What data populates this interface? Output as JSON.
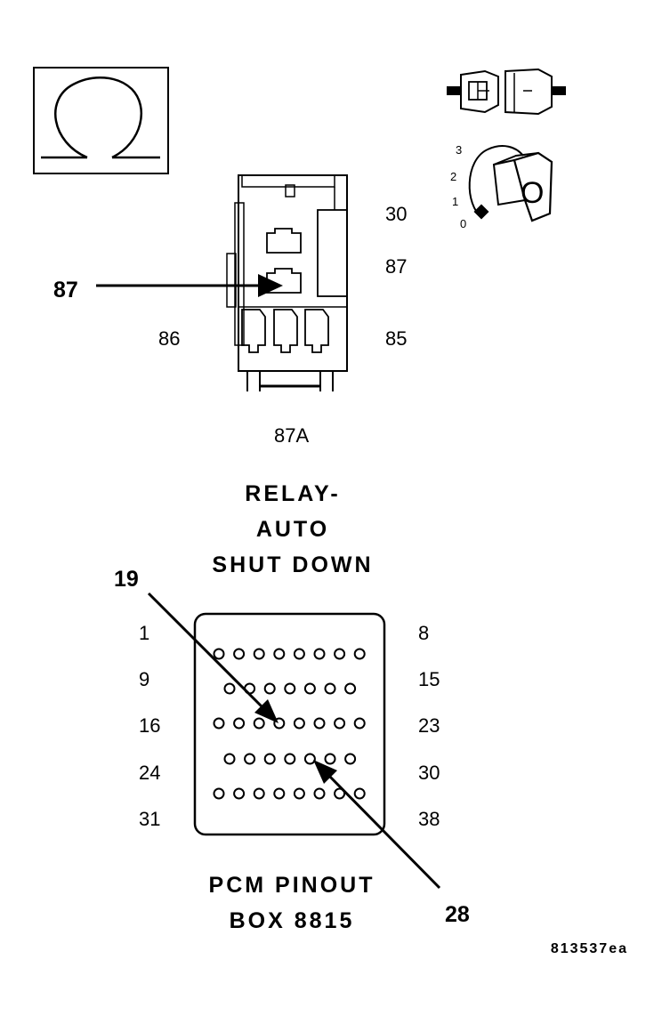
{
  "meter_symbol": "ohm-icon",
  "relay": {
    "terminals": {
      "t30": "30",
      "t87": "87",
      "t86": "86",
      "t85": "85",
      "t87a": "87A"
    },
    "callout": "87",
    "title_lines": [
      "RELAY-",
      "AUTO",
      "SHUT DOWN"
    ]
  },
  "ignition": {
    "positions": [
      "3",
      "2",
      "1",
      "0"
    ],
    "key_label": "O"
  },
  "pcm": {
    "row_left_labels": [
      "1",
      "9",
      "16",
      "24",
      "31"
    ],
    "row_right_labels": [
      "8",
      "15",
      "23",
      "30",
      "38"
    ],
    "pins_per_row": [
      8,
      7,
      8,
      7,
      8
    ],
    "callout_top": "19",
    "callout_bottom": "28",
    "title_lines": [
      "PCM PINOUT",
      "BOX 8815"
    ]
  },
  "figure_code": "813537ea"
}
